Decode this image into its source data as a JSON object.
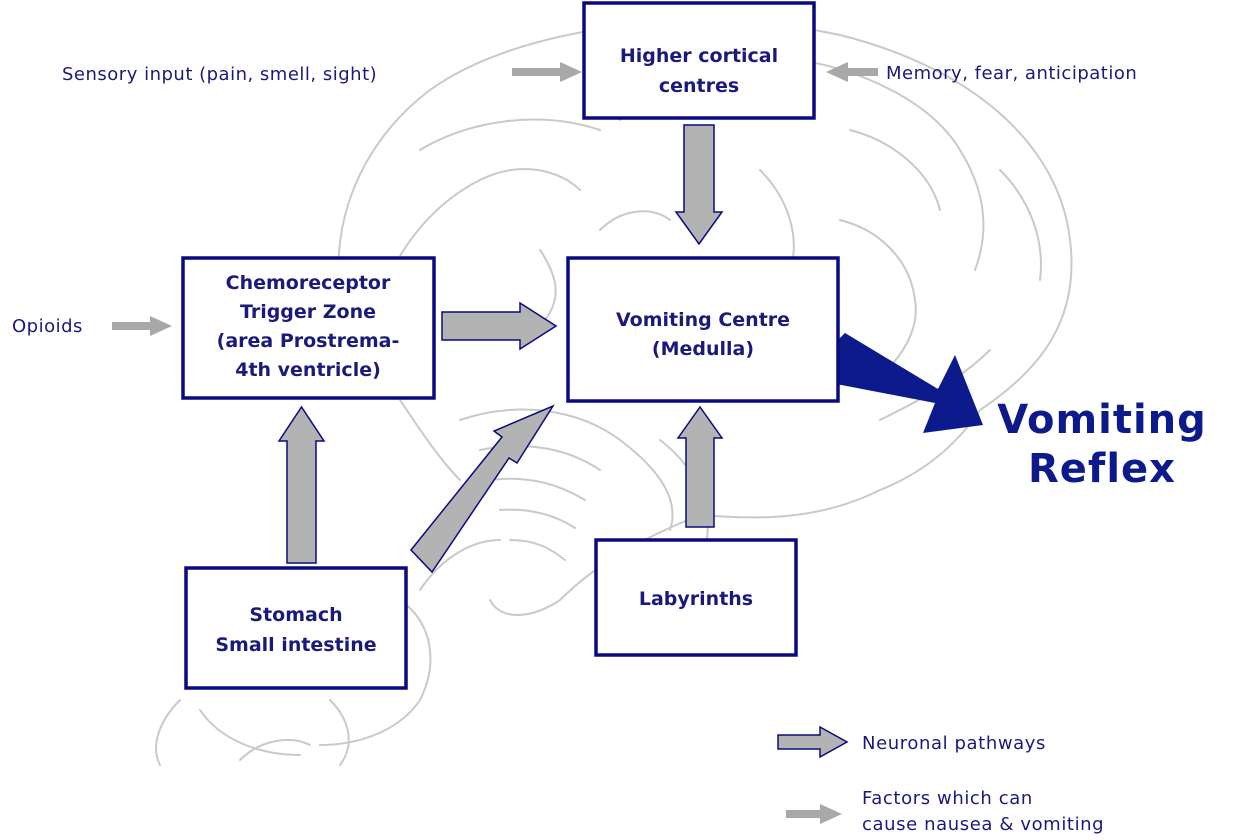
{
  "boxes": {
    "higher": {
      "line1": "Higher cortical",
      "line2": "centres"
    },
    "ctz": {
      "line1": "Chemoreceptor",
      "line2": "Trigger Zone",
      "line3": "(area Prostrema-",
      "line4": "4th ventricle)"
    },
    "vomiting_centre": {
      "line1": "Vomiting Centre",
      "line2": "(Medulla)"
    },
    "stomach": {
      "line1": "Stomach",
      "line2": "Small intestine"
    },
    "labyrinths": {
      "line1": "Labyrinths"
    }
  },
  "inputs": {
    "sensory": "Sensory input (pain, smell, sight)",
    "memory": "Memory, fear, anticipation",
    "opioids": "Opioids"
  },
  "outcome": {
    "line1": "Vomiting",
    "line2": "Reflex"
  },
  "legend": {
    "neuronal": "Neuronal pathways",
    "factors_line1": "Factors which can",
    "factors_line2": "cause nausea & vomiting"
  },
  "colors": {
    "box_border": "#0a0a80",
    "text": "#1a1a7a",
    "reflex_arrow": "#0d1a8c",
    "pathway_arrow_fill": "#b3b3b3",
    "brain_outline": "#c9c9c9"
  }
}
